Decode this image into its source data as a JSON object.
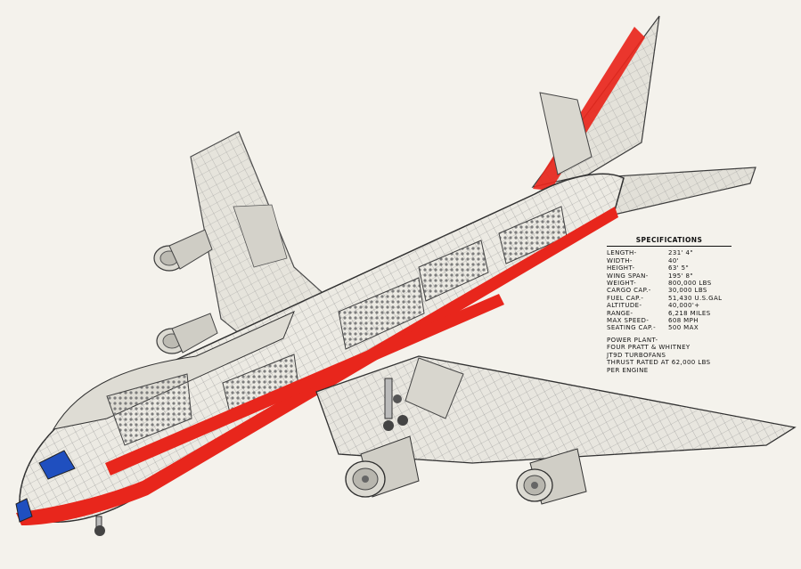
{
  "specifications": {
    "title": "SPECIFICATIONS",
    "rows": [
      {
        "label": "LENGTH-",
        "value": "231' 4\""
      },
      {
        "label": "WIDTH-",
        "value": "40'"
      },
      {
        "label": "HEIGHT-",
        "value": "63' 5\""
      },
      {
        "label": "WING SPAN-",
        "value": "195' 8\""
      },
      {
        "label": "WEIGHT-",
        "value": "800,000 LBS"
      },
      {
        "label": "CARGO CAP.-",
        "value": "30,000 LBS"
      },
      {
        "label": "FUEL CAP.-",
        "value": "51,430 U.S.GAL"
      },
      {
        "label": "ALTITUDE-",
        "value": "40,000'+"
      },
      {
        "label": "RANGE-",
        "value": "6,218 MILES"
      },
      {
        "label": "MAX SPEED-",
        "value": "608 MPH"
      },
      {
        "label": "SEATING CAP.-",
        "value": "500 MAX"
      }
    ],
    "notes": [
      "POWER PLANT-",
      "FOUR PRATT & WHITNEY",
      "JT9D TURBOFANS",
      "THRUST RATED AT 62,000 LBS",
      "PER ENGINE"
    ]
  },
  "colors": {
    "background": "#f4f2ec",
    "accent_stripe": "#e8261c",
    "cockpit_blue": "#1f4fbf",
    "line": "#3a3a3a"
  }
}
